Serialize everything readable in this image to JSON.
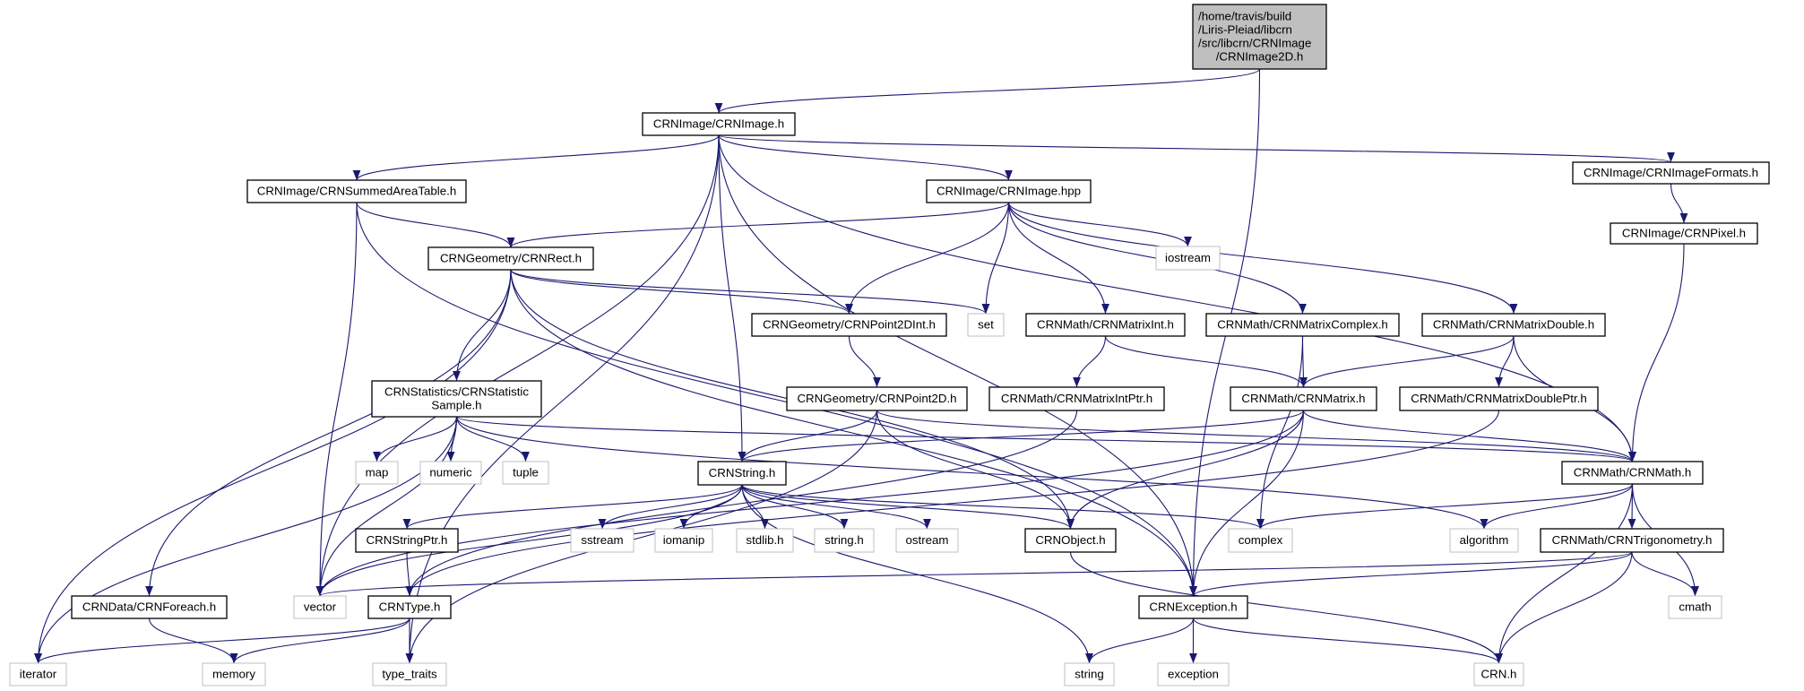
{
  "diagram": {
    "type": "include-dependency-graph",
    "root": "n0",
    "colors": {
      "edge": "#191970",
      "root_fill": "#bfbfbf",
      "project_border": "#000000",
      "system_border": "#bfbfbf",
      "fill": "#ffffff",
      "text": "#000000"
    },
    "nodes": [
      {
        "id": "n0",
        "lines": [
          "/home/travis/build",
          "/Liris-Pleiad/libcrn",
          "/src/libcrn/CRNImage",
          "/CRNImage2D.h"
        ],
        "kind": "root"
      },
      {
        "id": "n1",
        "lines": [
          "CRNImage/CRNImage.h"
        ],
        "kind": "project"
      },
      {
        "id": "n2",
        "lines": [
          "CRNImage/CRNSummedAreaTable.h"
        ],
        "kind": "project"
      },
      {
        "id": "n3",
        "lines": [
          "CRNImage/CRNImage.hpp"
        ],
        "kind": "project"
      },
      {
        "id": "n4",
        "lines": [
          "CRNImage/CRNImageFormats.h"
        ],
        "kind": "project"
      },
      {
        "id": "n5",
        "lines": [
          "CRNGeometry/CRNRect.h"
        ],
        "kind": "project"
      },
      {
        "id": "n6",
        "lines": [
          "iostream"
        ],
        "kind": "system"
      },
      {
        "id": "n7",
        "lines": [
          "CRNImage/CRNPixel.h"
        ],
        "kind": "project"
      },
      {
        "id": "n8",
        "lines": [
          "CRNGeometry/CRNPoint2DInt.h"
        ],
        "kind": "project"
      },
      {
        "id": "n9",
        "lines": [
          "set"
        ],
        "kind": "system"
      },
      {
        "id": "n10",
        "lines": [
          "CRNMath/CRNMatrixInt.h"
        ],
        "kind": "project"
      },
      {
        "id": "n11",
        "lines": [
          "CRNMath/CRNMatrixComplex.h"
        ],
        "kind": "project"
      },
      {
        "id": "n12",
        "lines": [
          "CRNMath/CRNMatrixDouble.h"
        ],
        "kind": "project"
      },
      {
        "id": "n13",
        "lines": [
          "CRNStatistics/CRNStatistic",
          "Sample.h"
        ],
        "kind": "project"
      },
      {
        "id": "n14",
        "lines": [
          "CRNGeometry/CRNPoint2D.h"
        ],
        "kind": "project"
      },
      {
        "id": "n15",
        "lines": [
          "CRNMath/CRNMatrixIntPtr.h"
        ],
        "kind": "project"
      },
      {
        "id": "n16",
        "lines": [
          "CRNMath/CRNMatrix.h"
        ],
        "kind": "project"
      },
      {
        "id": "n17",
        "lines": [
          "CRNMath/CRNMatrixDoublePtr.h"
        ],
        "kind": "project"
      },
      {
        "id": "n18",
        "lines": [
          "map"
        ],
        "kind": "system"
      },
      {
        "id": "n19",
        "lines": [
          "numeric"
        ],
        "kind": "system"
      },
      {
        "id": "n20",
        "lines": [
          "tuple"
        ],
        "kind": "system"
      },
      {
        "id": "n21",
        "lines": [
          "CRNString.h"
        ],
        "kind": "project"
      },
      {
        "id": "n22",
        "lines": [
          "CRNMath/CRNMath.h"
        ],
        "kind": "project"
      },
      {
        "id": "n23",
        "lines": [
          "CRNStringPtr.h"
        ],
        "kind": "project"
      },
      {
        "id": "n24",
        "lines": [
          "sstream"
        ],
        "kind": "system"
      },
      {
        "id": "n25",
        "lines": [
          "iomanip"
        ],
        "kind": "system"
      },
      {
        "id": "n26",
        "lines": [
          "stdlib.h"
        ],
        "kind": "system"
      },
      {
        "id": "n27",
        "lines": [
          "string.h"
        ],
        "kind": "system"
      },
      {
        "id": "n28",
        "lines": [
          "ostream"
        ],
        "kind": "system"
      },
      {
        "id": "n29",
        "lines": [
          "CRNObject.h"
        ],
        "kind": "project"
      },
      {
        "id": "n30",
        "lines": [
          "complex"
        ],
        "kind": "system"
      },
      {
        "id": "n31",
        "lines": [
          "algorithm"
        ],
        "kind": "system"
      },
      {
        "id": "n32",
        "lines": [
          "CRNMath/CRNTrigonometry.h"
        ],
        "kind": "project"
      },
      {
        "id": "n33",
        "lines": [
          "CRNData/CRNForeach.h"
        ],
        "kind": "project"
      },
      {
        "id": "n34",
        "lines": [
          "vector"
        ],
        "kind": "system"
      },
      {
        "id": "n35",
        "lines": [
          "CRNType.h"
        ],
        "kind": "project"
      },
      {
        "id": "n36",
        "lines": [
          "CRNException.h"
        ],
        "kind": "project"
      },
      {
        "id": "n37",
        "lines": [
          "cmath"
        ],
        "kind": "system"
      },
      {
        "id": "n38",
        "lines": [
          "iterator"
        ],
        "kind": "system"
      },
      {
        "id": "n39",
        "lines": [
          "memory"
        ],
        "kind": "system"
      },
      {
        "id": "n40",
        "lines": [
          "type_traits"
        ],
        "kind": "system"
      },
      {
        "id": "n41",
        "lines": [
          "string"
        ],
        "kind": "system"
      },
      {
        "id": "n42",
        "lines": [
          "exception"
        ],
        "kind": "system"
      },
      {
        "id": "n43",
        "lines": [
          "CRN.h"
        ],
        "kind": "system"
      }
    ],
    "edges": [
      [
        "n0",
        "n1"
      ],
      [
        "n0",
        "n36"
      ],
      [
        "n1",
        "n2"
      ],
      [
        "n1",
        "n3"
      ],
      [
        "n1",
        "n4"
      ],
      [
        "n1",
        "n21"
      ],
      [
        "n1",
        "n22"
      ],
      [
        "n1",
        "n34"
      ],
      [
        "n1",
        "n36"
      ],
      [
        "n1",
        "n40"
      ],
      [
        "n2",
        "n5"
      ],
      [
        "n2",
        "n34"
      ],
      [
        "n2",
        "n36"
      ],
      [
        "n3",
        "n5"
      ],
      [
        "n3",
        "n6"
      ],
      [
        "n3",
        "n8"
      ],
      [
        "n3",
        "n9"
      ],
      [
        "n3",
        "n10"
      ],
      [
        "n3",
        "n11"
      ],
      [
        "n3",
        "n12"
      ],
      [
        "n4",
        "n7"
      ],
      [
        "n5",
        "n8"
      ],
      [
        "n5",
        "n9"
      ],
      [
        "n5",
        "n13"
      ],
      [
        "n5",
        "n29"
      ],
      [
        "n5",
        "n33"
      ],
      [
        "n5",
        "n38"
      ],
      [
        "n5",
        "n36"
      ],
      [
        "n7",
        "n22"
      ],
      [
        "n8",
        "n14"
      ],
      [
        "n10",
        "n15"
      ],
      [
        "n10",
        "n16"
      ],
      [
        "n11",
        "n16"
      ],
      [
        "n11",
        "n30"
      ],
      [
        "n12",
        "n16"
      ],
      [
        "n12",
        "n17"
      ],
      [
        "n12",
        "n22"
      ],
      [
        "n13",
        "n18"
      ],
      [
        "n13",
        "n19"
      ],
      [
        "n13",
        "n20"
      ],
      [
        "n13",
        "n22"
      ],
      [
        "n13",
        "n31"
      ],
      [
        "n13",
        "n34"
      ],
      [
        "n13",
        "n38"
      ],
      [
        "n14",
        "n21"
      ],
      [
        "n14",
        "n22"
      ],
      [
        "n14",
        "n29"
      ],
      [
        "n14",
        "n40"
      ],
      [
        "n15",
        "n35"
      ],
      [
        "n16",
        "n21"
      ],
      [
        "n16",
        "n22"
      ],
      [
        "n16",
        "n29"
      ],
      [
        "n16",
        "n34"
      ],
      [
        "n16",
        "n36"
      ],
      [
        "n17",
        "n35"
      ],
      [
        "n21",
        "n23"
      ],
      [
        "n21",
        "n24"
      ],
      [
        "n21",
        "n25"
      ],
      [
        "n21",
        "n26"
      ],
      [
        "n21",
        "n27"
      ],
      [
        "n21",
        "n28"
      ],
      [
        "n21",
        "n29"
      ],
      [
        "n21",
        "n30"
      ],
      [
        "n21",
        "n34"
      ],
      [
        "n21",
        "n41"
      ],
      [
        "n22",
        "n30"
      ],
      [
        "n22",
        "n31"
      ],
      [
        "n22",
        "n32"
      ],
      [
        "n22",
        "n37"
      ],
      [
        "n22",
        "n43"
      ],
      [
        "n23",
        "n35"
      ],
      [
        "n29",
        "n43"
      ],
      [
        "n32",
        "n34"
      ],
      [
        "n32",
        "n36"
      ],
      [
        "n32",
        "n37"
      ],
      [
        "n32",
        "n43"
      ],
      [
        "n33",
        "n39"
      ],
      [
        "n35",
        "n38"
      ],
      [
        "n35",
        "n39"
      ],
      [
        "n35",
        "n40"
      ],
      [
        "n36",
        "n41"
      ],
      [
        "n36",
        "n42"
      ],
      [
        "n36",
        "n43"
      ]
    ]
  }
}
